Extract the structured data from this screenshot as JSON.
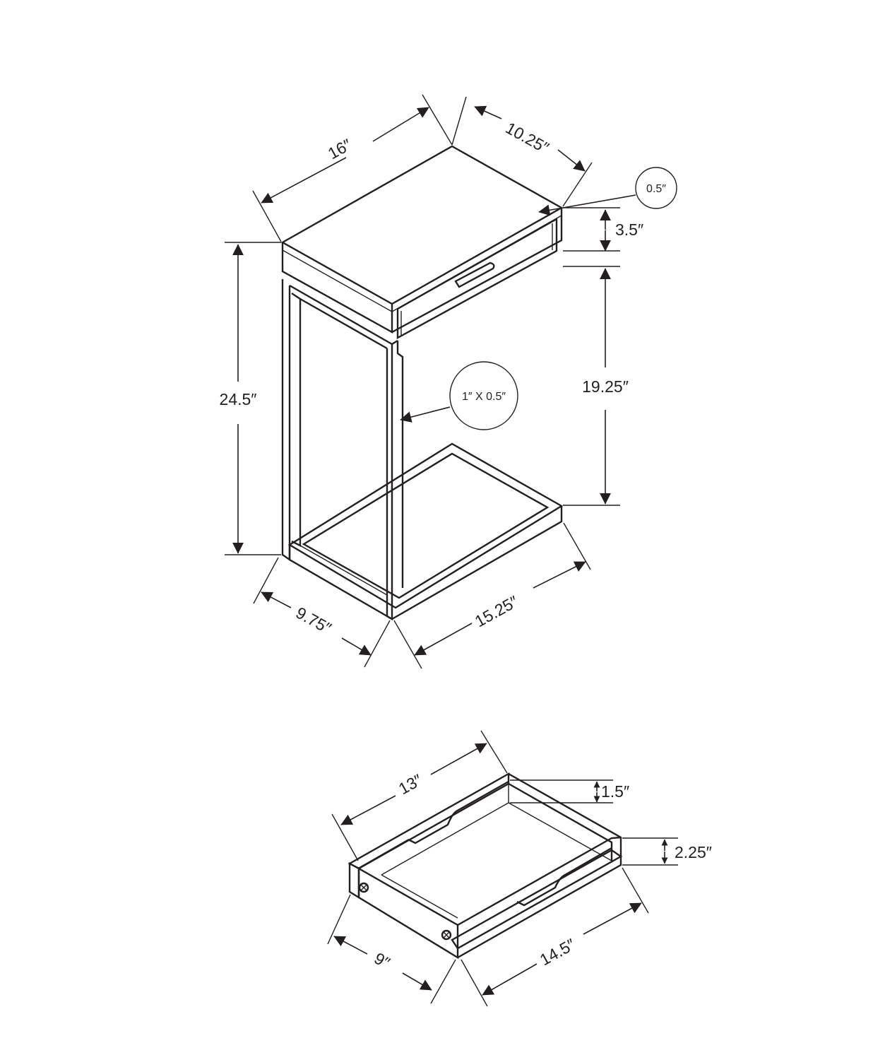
{
  "table": {
    "top_width": "16″",
    "top_depth": "10.25″",
    "top_thickness": "0.5″",
    "apron_height": "3.5″",
    "total_height": "24.5″",
    "under_top_clearance": "19.25″",
    "tube_size": "1″ X 0.5″",
    "base_depth": "9.75″",
    "base_width": "15.25″"
  },
  "tray": {
    "length": "13″",
    "side_height": "1.5″",
    "end_height": "2.25″",
    "width": "9″",
    "outer_length": "14.5″"
  },
  "colors": {
    "line": "#231f20",
    "background": "#ffffff"
  }
}
